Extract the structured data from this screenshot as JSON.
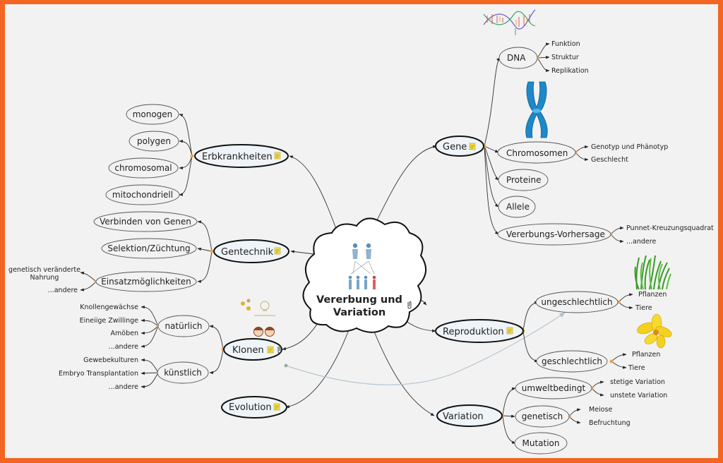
{
  "center": {
    "line1": "Vererbung und",
    "line2": "Variation"
  },
  "main_topics": {
    "gene": "Gene",
    "erbkrankheiten": "Erbkrankheiten",
    "gentechnik": "Gentechnik",
    "klonen": "Klonen",
    "evolution": "Evolution",
    "reproduktion": "Reproduktion",
    "variation": "Variation"
  },
  "gene": {
    "dna": "DNA",
    "dna_children": [
      "Funktion",
      "Struktur",
      "Replikation"
    ],
    "chromosomen": "Chromosomen",
    "chromosomen_children": [
      "Genotyp und Phänotyp",
      "Geschlecht"
    ],
    "proteine": "Proteine",
    "allele": "Allele",
    "vorhersage": "Vererbungs-Vorhersage",
    "vorhersage_children": [
      "Punnet-Kreuzungsquadrat",
      "...andere"
    ]
  },
  "erbkrankheiten": {
    "children": [
      "monogen",
      "polygen",
      "chromosomal",
      "mitochondriell"
    ]
  },
  "gentechnik": {
    "children": [
      "Verbinden von Genen",
      "Selektion/Züchtung",
      "Einsatzmöglichkeiten"
    ],
    "einsatz_children": [
      "genetisch veränderte",
      "Nahrung",
      "...andere"
    ]
  },
  "klonen": {
    "natuerlich": "natürlich",
    "natuerlich_children": [
      "Knollengewächse",
      "Eineiige Zwillinge",
      "Amöben",
      "...andere"
    ],
    "kuenstlich": "künstlich",
    "kuenstlich_children": [
      "Gewebekulturen",
      "Embryo Transplantation",
      "...andere"
    ]
  },
  "reproduktion": {
    "ungeschlechtlich": "ungeschlechtlich",
    "ungeschlechtlich_children": [
      "Pflanzen",
      "Tiere"
    ],
    "geschlechtlich": "geschlechtlich",
    "geschlechtlich_children": [
      "Pflanzen",
      "Tiere"
    ]
  },
  "variation": {
    "umweltbedingt": "umweltbedingt",
    "umweltbedingt_children": [
      "stetige Variation",
      "unstete Variation"
    ],
    "genetisch": "genetisch",
    "genetisch_children": [
      "Meiose",
      "Befruchtung"
    ],
    "mutation": "Mutation"
  },
  "colors": {
    "frame": "#f26522",
    "background": "#f2f2f2",
    "main_fill": "#eef4f8",
    "connector": "#f0a050",
    "note_icon": "#f2d700"
  },
  "icons": [
    "dna-helix-icon",
    "chromosome-icon",
    "family-tree-icon",
    "clone-people-icon",
    "grass-icon",
    "flower-icon",
    "note-icon",
    "attachment-icon"
  ]
}
